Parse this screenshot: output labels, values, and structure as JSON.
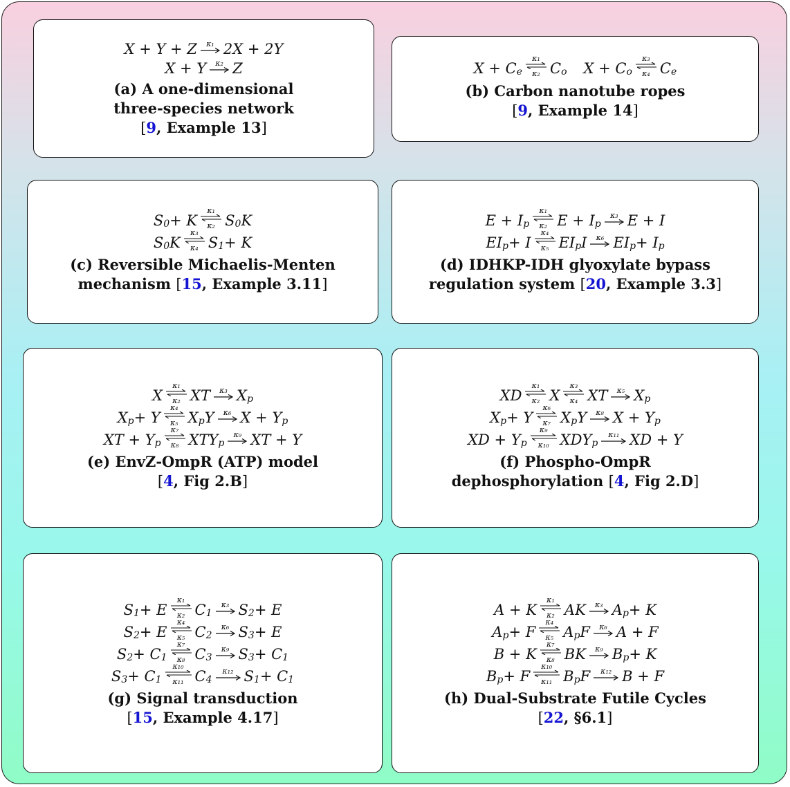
{
  "panels": [
    {
      "id": "a",
      "caption": "(a) A one-dimensional three-species network",
      "cite_num": "9",
      "cite_rest": ", Example 13"
    },
    {
      "id": "b",
      "caption": "(b) Carbon nanotube ropes",
      "cite_num": "9",
      "cite_rest": ", Example 14"
    },
    {
      "id": "c",
      "caption": "(c) Reversible Michaelis-Menten mechanism",
      "cite_num": "15",
      "cite_rest": ", Example 3.11"
    },
    {
      "id": "d",
      "caption": "(d) IDHKP-IDH glyoxylate bypass regulation system",
      "cite_num": "20",
      "cite_rest": ", Example 3.3"
    },
    {
      "id": "e",
      "caption": "(e) EnvZ-OmpR (ATP) model",
      "cite_num": "4",
      "cite_rest": ", Fig 2.B"
    },
    {
      "id": "f",
      "caption": "(f) Phospho-OmpR dephosphorylation",
      "cite_num": "4",
      "cite_rest": ", Fig 2.D"
    },
    {
      "id": "g",
      "caption": "(g) Signal transduction",
      "cite_num": "15",
      "cite_rest": ", Example 4.17"
    },
    {
      "id": "h",
      "caption": "(h) Dual-Substrate Futile Cycles",
      "cite_num": "22",
      "cite_rest": ", §6.1"
    }
  ]
}
